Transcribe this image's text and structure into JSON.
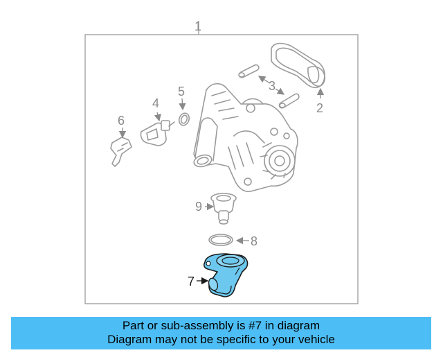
{
  "diagram": {
    "callouts": {
      "c1": "1",
      "c2": "2",
      "c3": "3",
      "c4": "4",
      "c5": "5",
      "c6": "6",
      "c7": "7",
      "c8": "8",
      "c9": "9"
    },
    "highlight_color": "#6cc8ef",
    "highlighted_part": "7"
  },
  "banner": {
    "line1": "Part or sub-assembly is #7 in diagram",
    "line2": "Diagram may not be specific to your vehicle",
    "background": "#4dbef5"
  }
}
